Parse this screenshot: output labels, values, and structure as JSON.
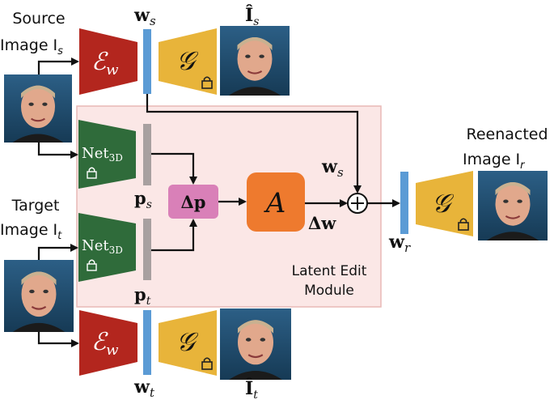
{
  "labels": {
    "source_line1": "Source",
    "source_line2": "Image I",
    "source_sub": "s",
    "target_line1": "Target",
    "target_line2": "Image I",
    "target_sub": "t",
    "reenacted_line1": "Reenacted",
    "reenacted_line2": "Image I",
    "reenacted_sub": "r",
    "module_line1": "Latent Edit",
    "module_line2": "Module"
  },
  "math": {
    "encoder": "ℰ",
    "encoder_sub": "w",
    "generator": "𝒢",
    "net": "Net",
    "net_sub": "3D",
    "w": "w",
    "ws_sub": "s",
    "wt_sub": "t",
    "wr_sub": "r",
    "ihat": "Î",
    "ihat_s_sub": "s",
    "ihat_t_sub": "t",
    "p": "p",
    "ps_sub": "s",
    "pt_sub": "t",
    "delta_p": "Δp",
    "delta_w": "Δw",
    "a": "A",
    "plus": "+"
  },
  "colors": {
    "encoder": "#b3261e",
    "generator": "#e8b43a",
    "net3d": "#2f6b3a",
    "latent_bar": "#5b9bd5",
    "p_bar": "#a8a0a0",
    "delta_p_box": "#d980b8",
    "a_box": "#ee7a2e",
    "module_bg": "#fbe7e6",
    "module_border": "#e8b9b6",
    "arrow": "#111111"
  },
  "icons": {
    "generator_lock": "lock-icon",
    "net_lock": "lock-icon"
  }
}
